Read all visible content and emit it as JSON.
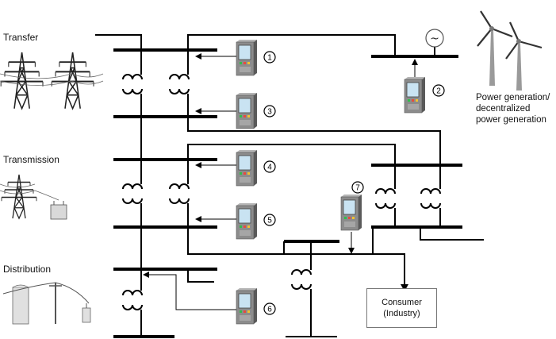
{
  "sections": {
    "transfer": "Transfer",
    "transmission": "Transmission",
    "distribution": "Distribution"
  },
  "power_generation": {
    "line1": "Power generation/",
    "line2": "decentralized",
    "line3": "power generation"
  },
  "consumer": {
    "line1": "Consumer",
    "line2": "(Industry)"
  },
  "relay_numbers": [
    "1",
    "2",
    "3",
    "4",
    "5",
    "6",
    "7"
  ],
  "generator_symbol": "~",
  "colors": {
    "line": "#000000",
    "relay_body": "#8c8c8c",
    "relay_screen": "#c9e3f2",
    "relay_led_green": "#2fbf4a"
  }
}
